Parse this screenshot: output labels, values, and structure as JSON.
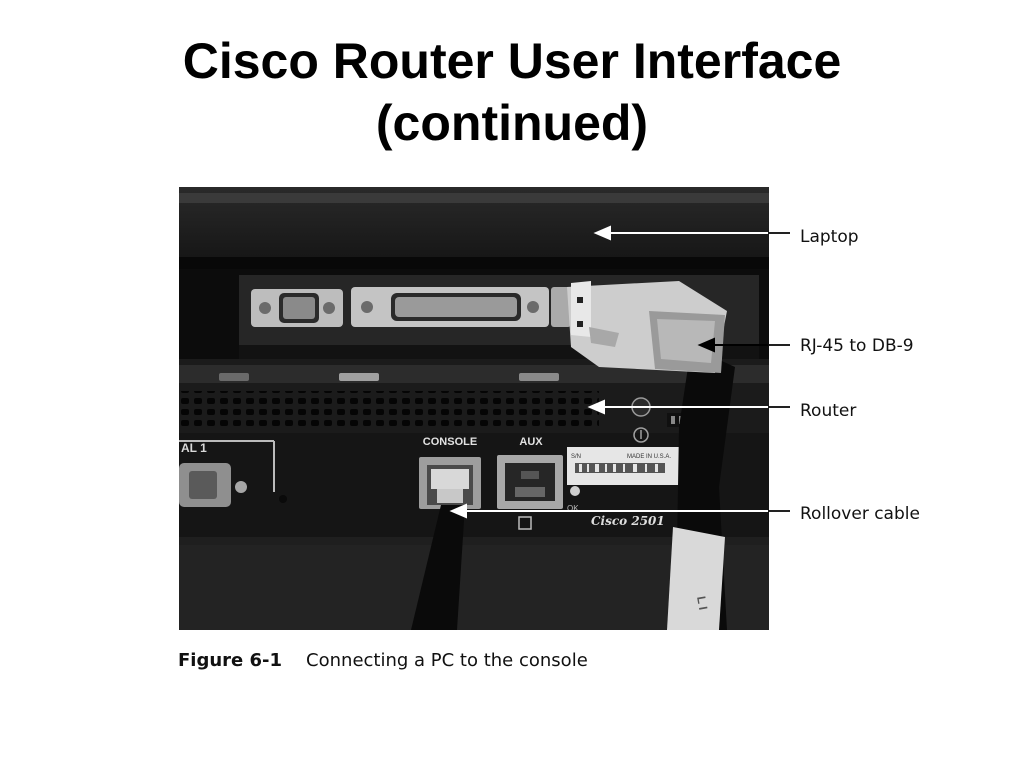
{
  "slide": {
    "title_line1": "Cisco Router User Interface",
    "title_line2": "(continued)"
  },
  "figure": {
    "number": "Figure 6-1",
    "caption": "Connecting a PC to the console",
    "callouts": {
      "laptop": "Laptop",
      "adapter": "RJ-45 to DB-9",
      "router": "Router",
      "cable": "Rollover cable"
    },
    "photo_text": {
      "console": "CONSOLE",
      "aux": "AUX",
      "serial": "AL 1",
      "model": "Cisco 2501",
      "sn": "S/N",
      "made_in": "MADE IN U.S.A.",
      "ok": "OK"
    }
  }
}
